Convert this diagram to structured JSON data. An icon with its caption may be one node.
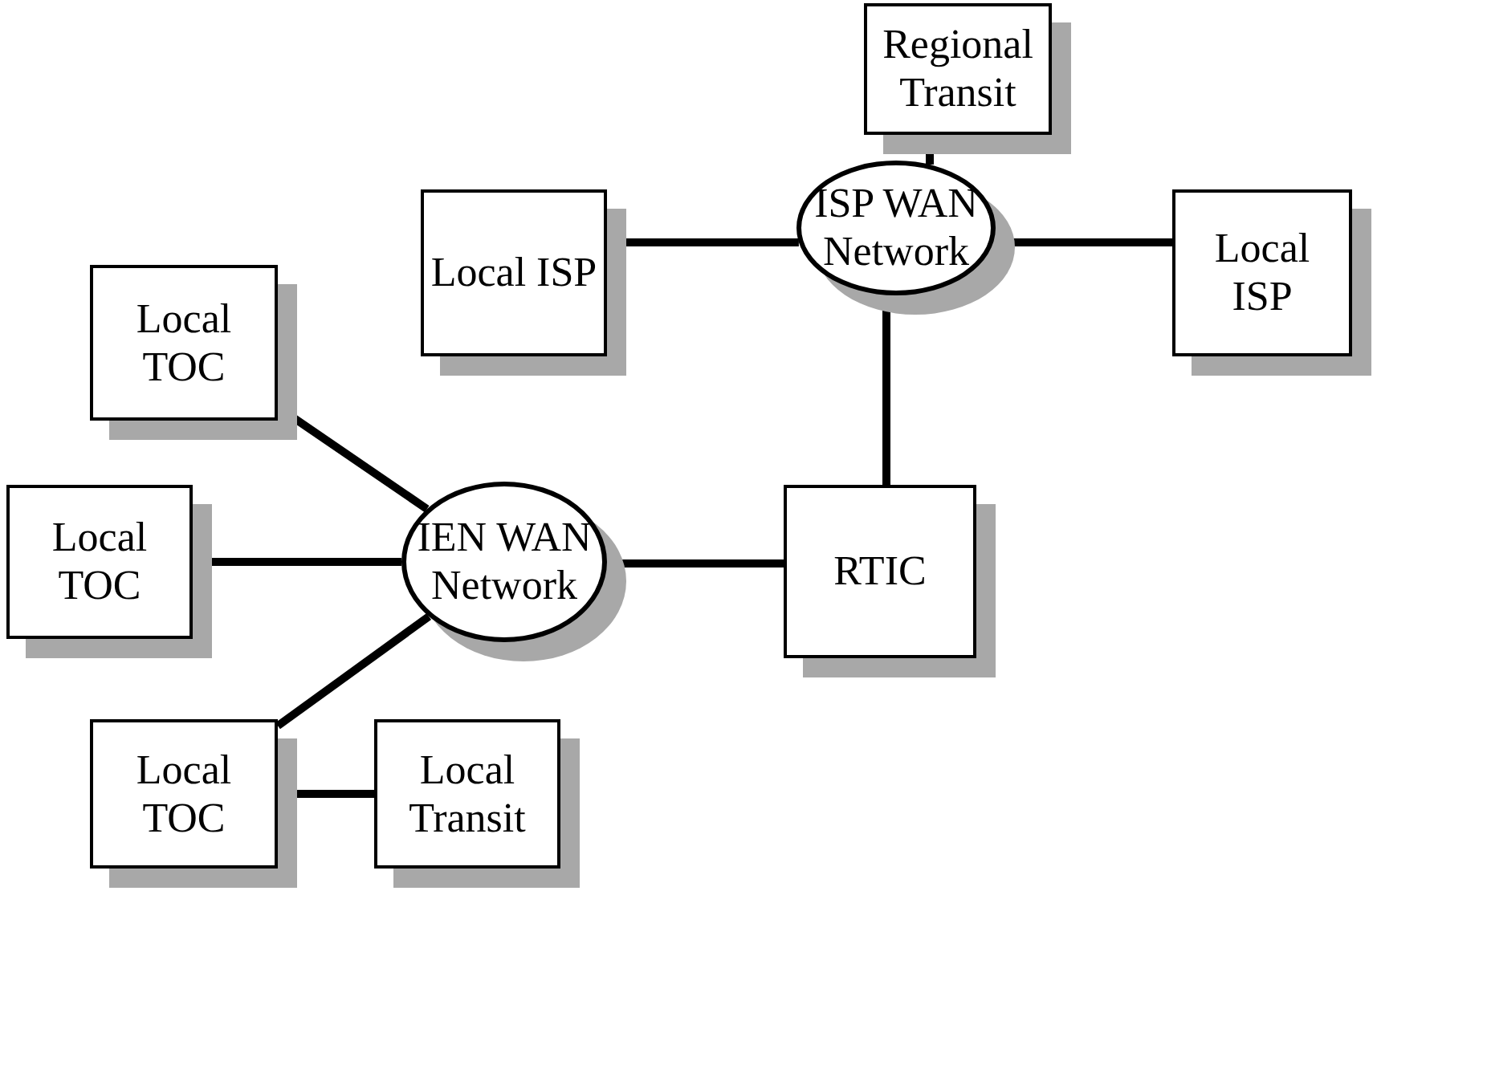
{
  "diagram": {
    "nodes": [
      {
        "text": [
          "Regional Transit"
        ]
      },
      {
        "text": [
          "Local ISP"
        ]
      },
      {
        "text": [
          "ISP WAN Network"
        ]
      },
      {
        "text": [
          "Local ISP"
        ]
      },
      {
        "text": [
          "Local TOC"
        ]
      },
      {
        "text": [
          "Local TOC"
        ]
      },
      {
        "text": [
          "IEN WAN Network"
        ]
      },
      {
        "text": [
          "RTIC"
        ]
      },
      {
        "text": [
          "Local TOC"
        ]
      },
      {
        "text": [
          "Local Transit"
        ]
      }
    ],
    "edges": [
      {
        "from": 0,
        "to": 2,
        "arrow": "none"
      },
      {
        "from": 1,
        "to": 2,
        "arrow": "none"
      },
      {
        "from": 2,
        "to": 3,
        "arrow": "none"
      },
      {
        "from": 2,
        "to": 7,
        "arrow": "none"
      },
      {
        "from": 4,
        "to": 6,
        "arrow": "none"
      },
      {
        "from": 5,
        "to": 6,
        "arrow": "none"
      },
      {
        "from": 6,
        "to": 7,
        "arrow": "none"
      },
      {
        "from": 6,
        "to": 8,
        "arrow": "none"
      },
      {
        "from": 8,
        "to": 9,
        "arrow": "none"
      }
    ]
  }
}
